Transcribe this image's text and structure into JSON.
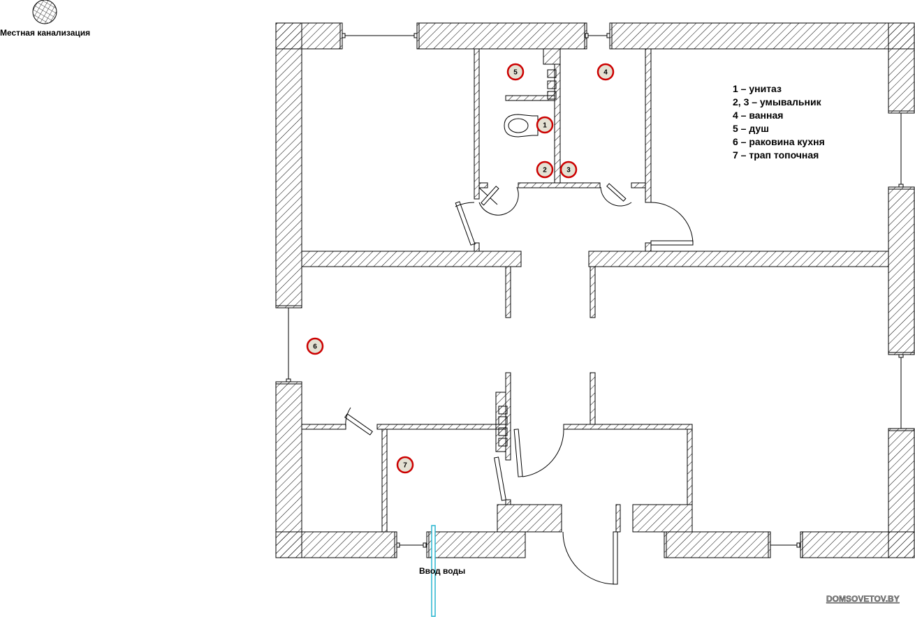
{
  "legend": {
    "title": "Местная канализация",
    "items": [
      "1 – унитаз",
      "2, 3 – умывальник",
      "4 – ванная",
      "5 – душ",
      "6 – раковина кухня",
      "7 – трап топочная"
    ]
  },
  "markers": [
    "1",
    "2",
    "3",
    "4",
    "5",
    "6",
    "7"
  ],
  "water_inlet_label": "Ввод воды",
  "watermark": "DOMSOVETOV.BY",
  "colors": {
    "wall_stroke": "#000000",
    "marker_ring": "#cc0000",
    "marker_fill": "#e4e1d3",
    "water_pipe": "#29b6cf"
  }
}
